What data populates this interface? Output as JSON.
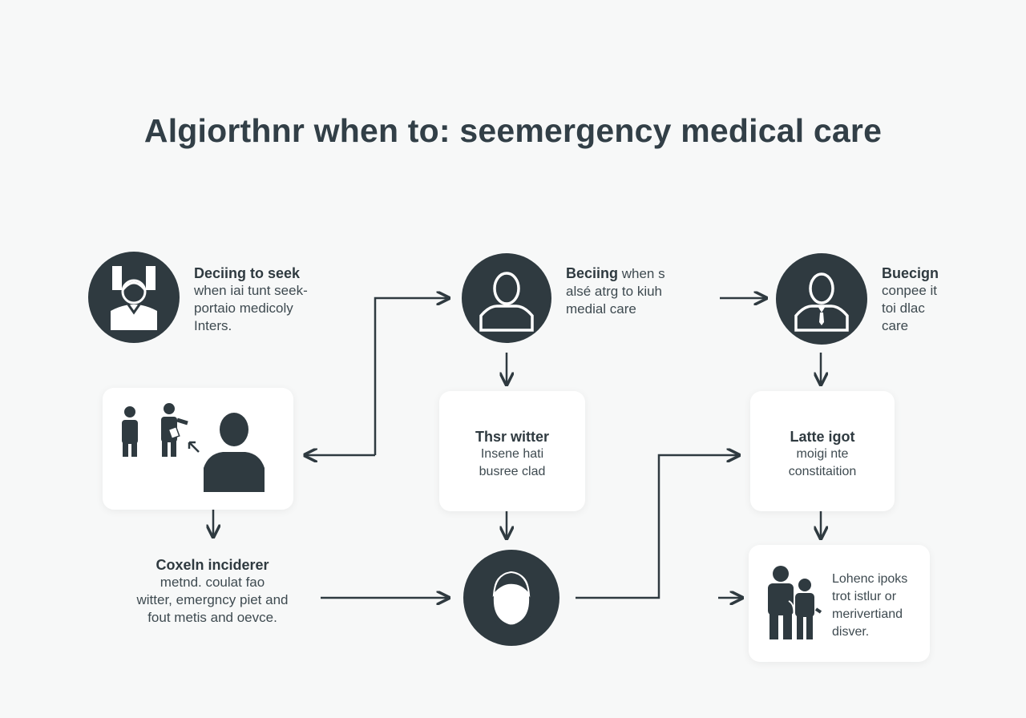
{
  "title": "Algiorthnr when to: seemergency medical care",
  "nodes": {
    "step1": {
      "heading": "Deciing to seek",
      "lines": [
        "when iai tunt seek-",
        "portaio medicoly",
        "Inters."
      ]
    },
    "step2": {
      "heading": "Beciing",
      "heading_rest": " when s",
      "lines": [
        "alsé atrg to kiuh",
        "medial care"
      ]
    },
    "step3": {
      "heading": "Buecign",
      "lines": [
        "conpee it",
        "toi dlac",
        "care"
      ]
    },
    "card2": {
      "heading": "Thsr witter",
      "lines": [
        "Insene hati",
        "busree clad"
      ]
    },
    "card3": {
      "heading": "Latte igot",
      "lines": [
        "moigi nte",
        "constitaition"
      ]
    },
    "step4": {
      "heading": "Coxeln inciderer",
      "lines": [
        "metnd. coulat fao",
        "witter, emergncy piet and",
        "fout metis and oevce."
      ]
    },
    "card5": {
      "lines": [
        "Lohenc ipoks",
        "trot istlur or",
        "merivertiand",
        "disver."
      ]
    }
  },
  "icons": {
    "step1": "doctor-headset-icon",
    "step2": "person-icon",
    "step3": "person-tie-icon",
    "card1": "people-group-icon",
    "step4": "face-icon",
    "card5": "parent-child-icon"
  },
  "colors": {
    "dark": "#2f3a40",
    "background": "#f7f8f8",
    "card": "#ffffff"
  }
}
